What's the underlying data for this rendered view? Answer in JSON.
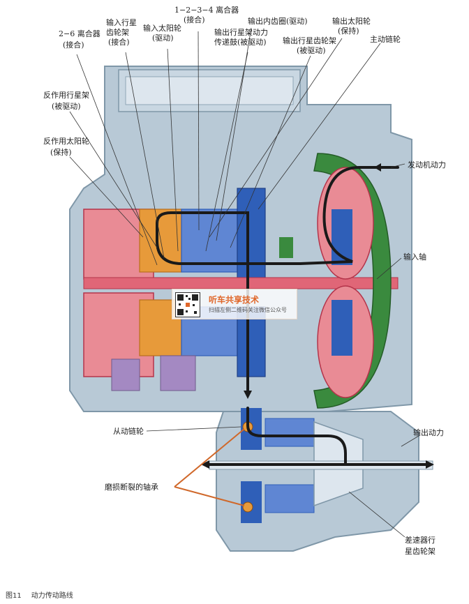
{
  "labels": {
    "clutch_1234": "1−2−3−4 离合器",
    "clutch_1234_state": "(接合)",
    "clutch_26": "2−6 离合器",
    "clutch_26_state": "(接合)",
    "input_carrier": "输入行星",
    "input_carrier_2": "齿轮架",
    "input_carrier_state": "(接合)",
    "input_sun": "输入太阳轮",
    "input_sun_state": "(驱动)",
    "output_ring": "输出内齿圈(驱动)",
    "output_carrier_drum": "输出行星架动力",
    "output_carrier_drum_2": "传递鼓(被驱动)",
    "output_sun": "输出太阳轮",
    "output_sun_state": "(保持)",
    "output_carrier": "输出行星齿轮架",
    "output_carrier_state": "(被驱动)",
    "drive_sprocket": "主动链轮",
    "reaction_carrier": "反作用行星架",
    "reaction_carrier_state": "(被驱动)",
    "reaction_sun": "反作用太阳轮",
    "reaction_sun_state": "(保持)",
    "engine_power": "发动机动力",
    "input_shaft": "输入轴",
    "driven_sprocket": "从动链轮",
    "output_power": "输出动力",
    "worn_bearing": "磨损断裂的轴承",
    "diff_carrier": "差速器行",
    "diff_carrier_2": "星齿轮架"
  },
  "watermark": {
    "title": "听车共享技术",
    "subtitle": "扫描左侧二维码关注微信公众号"
  },
  "caption": {
    "figure_no": "图11",
    "title": "动力传动路线"
  },
  "colors": {
    "housing": "#b8c9d6",
    "housing_dark": "#7f97a8",
    "red": "#d9485a",
    "pink": "#e98b95",
    "blue": "#2f5fb8",
    "blue_light": "#5f86d3",
    "orange": "#e79a3a",
    "green": "#3a8a3e",
    "purple": "#a489c2",
    "accent_line": "#d0682a"
  }
}
